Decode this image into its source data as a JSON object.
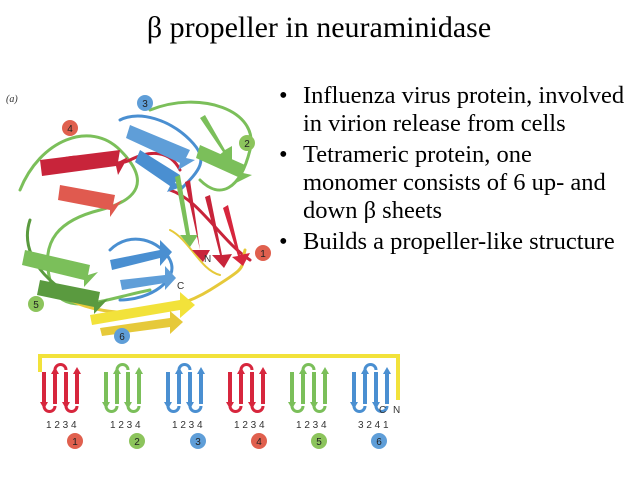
{
  "title": "β propeller in neuraminidase",
  "panel_label": "(a)",
  "bullets": [
    "Influenza virus protein, involved in virion release from cells",
    "Tetrameric protein, one monomer consists of 6 up- and down β sheets",
    "Builds a propeller-like structure"
  ],
  "bullet_symbol": "•",
  "structure_labels": {
    "blade_numbers": [
      "1",
      "2",
      "3",
      "4",
      "5",
      "6"
    ],
    "terminus_n": "N",
    "terminus_c": "C"
  },
  "topology": {
    "strand_numbers": [
      "1 2 3 4",
      "1 2 3 4",
      "1 2 3 4",
      "1 2 3 4",
      "1 2 3 4",
      "3 2 4 1"
    ],
    "blade_numbers": [
      "1",
      "2",
      "3",
      "4",
      "5",
      "6"
    ],
    "end_c": "C",
    "end_n": "N"
  },
  "colors": {
    "red": "#d7263d",
    "green": "#7bbf5a",
    "blue": "#4a8fd1",
    "yellow": "#f2e23a",
    "blade1": "#e0604e",
    "blade2": "#8cc45c",
    "blade3": "#5f9ed8",
    "blade4": "#e0604e",
    "blade5": "#8cc45c",
    "blade6": "#5f9ed8"
  }
}
